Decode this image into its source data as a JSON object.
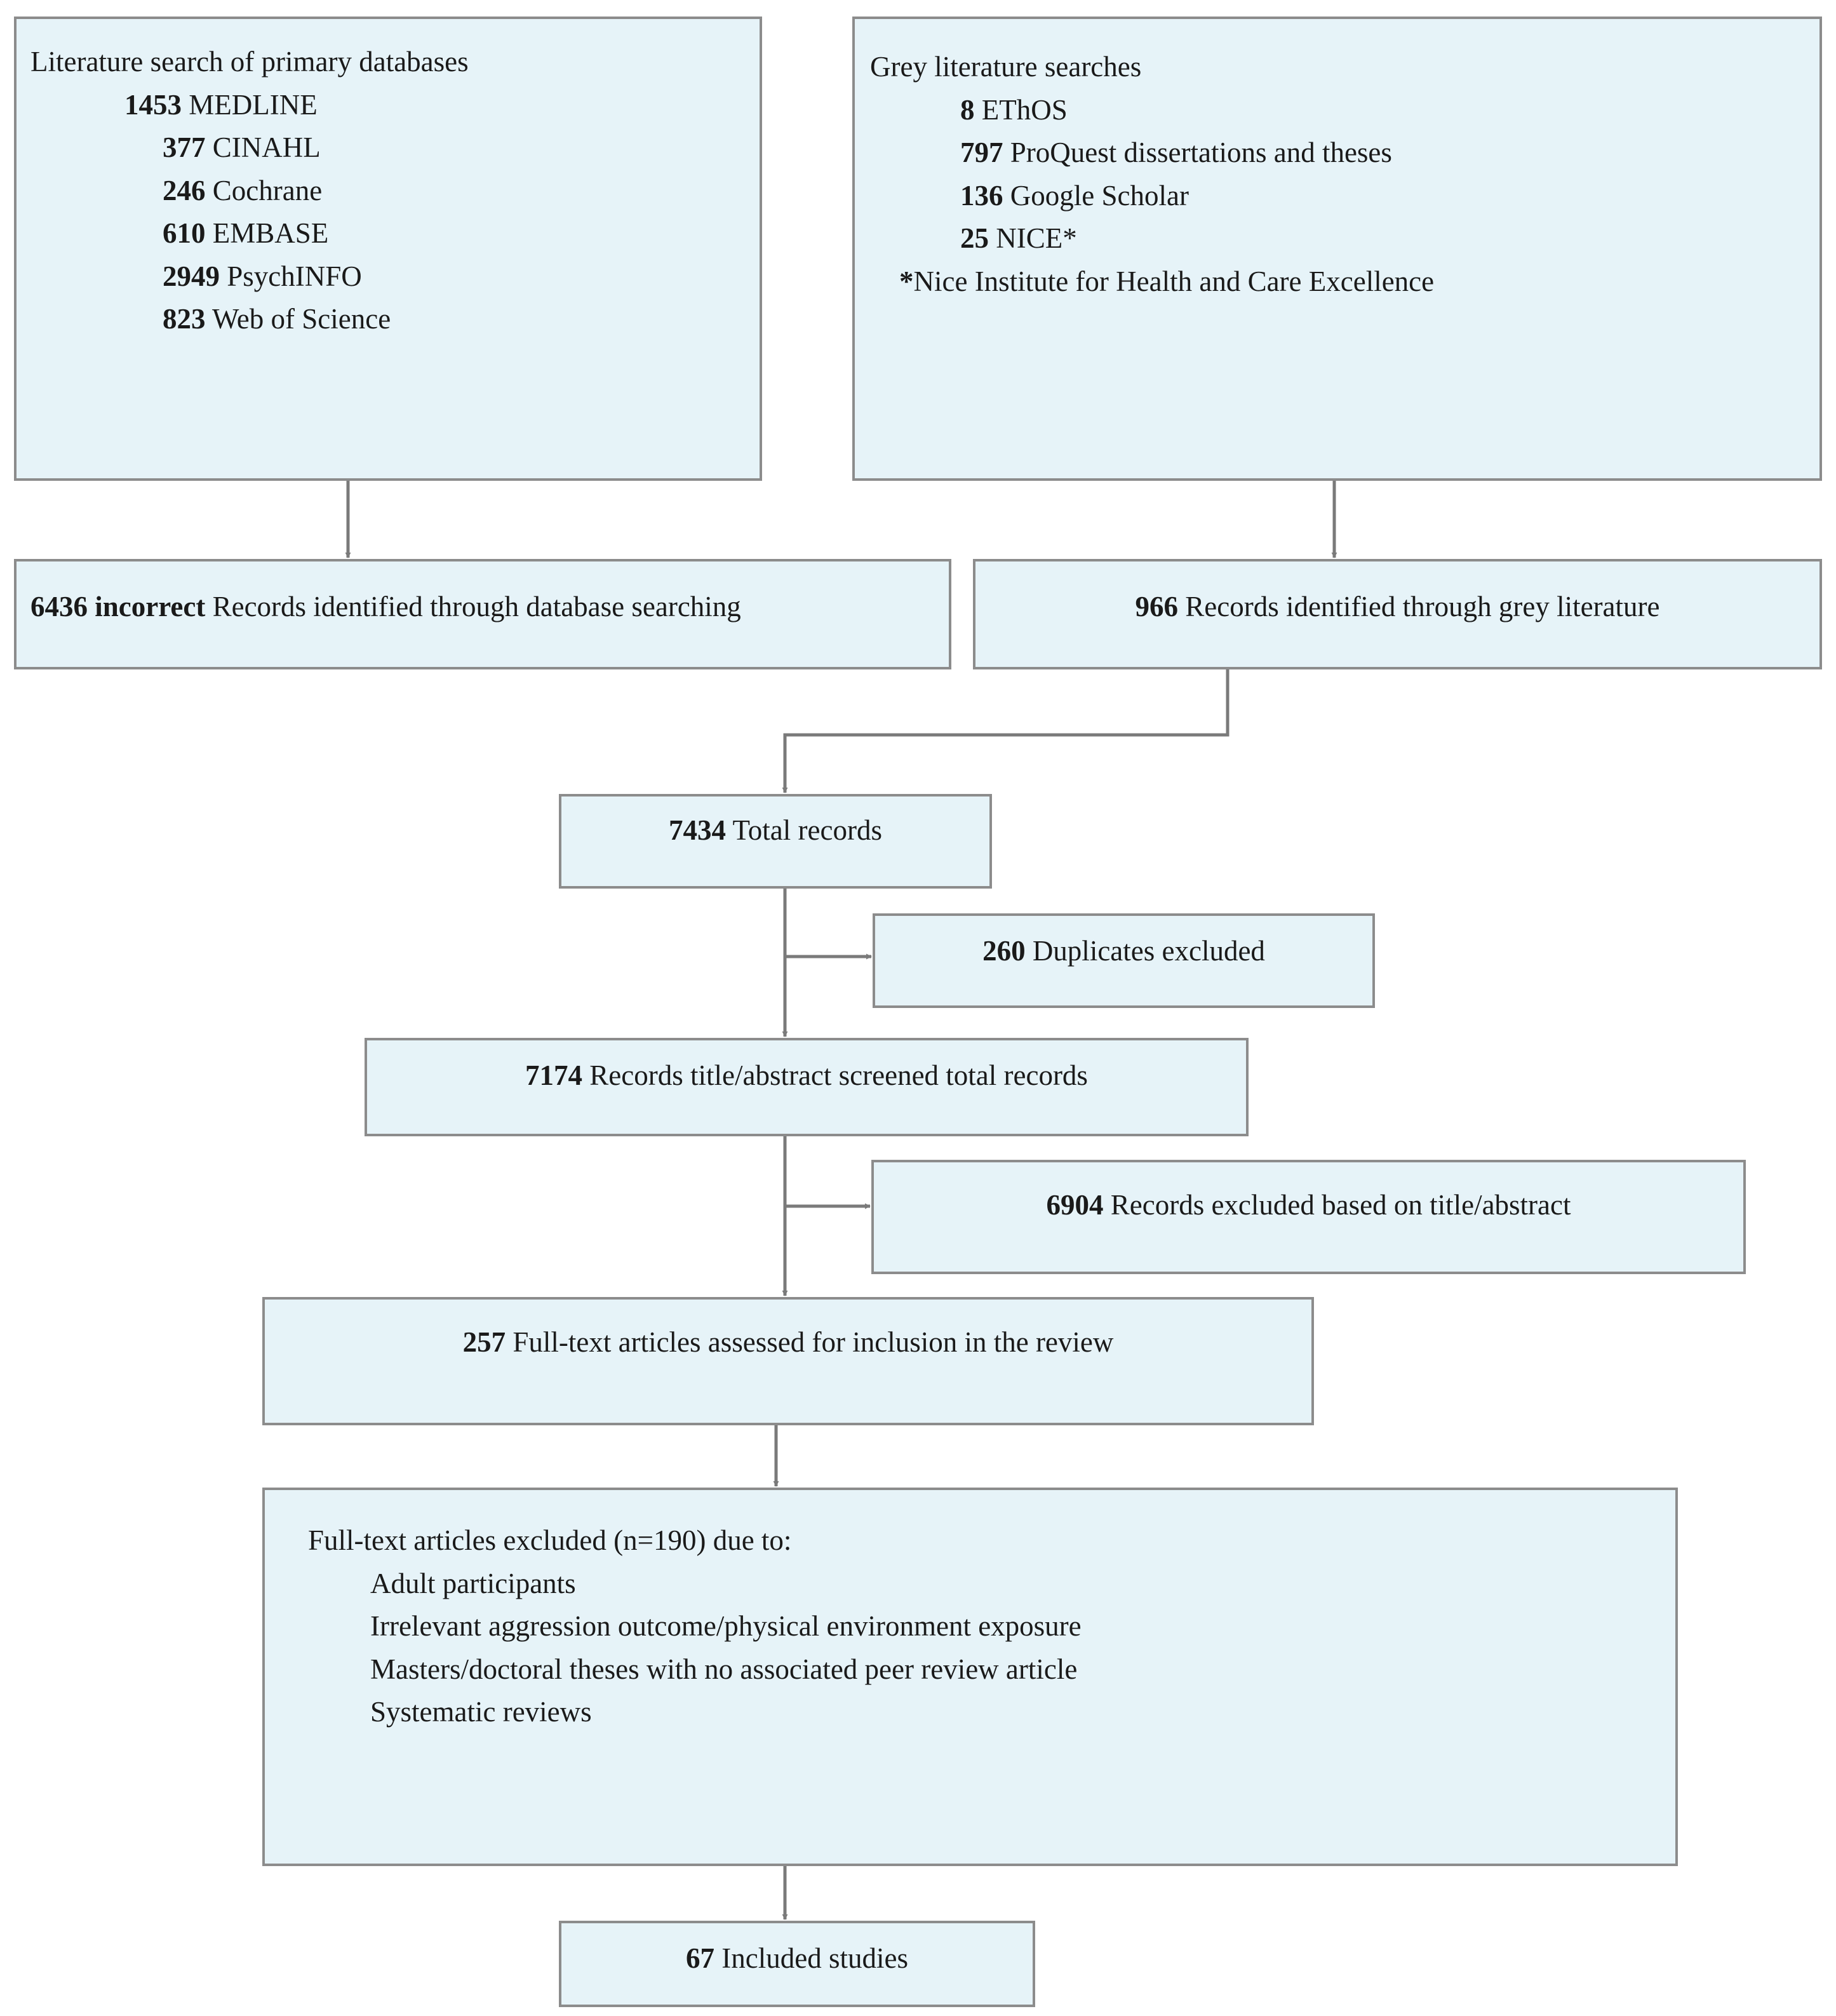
{
  "primary_search": {
    "title": "Literature search of primary databases",
    "items": [
      {
        "count": "1453",
        "label": "MEDLINE"
      },
      {
        "count": "377",
        "label": "CINAHL"
      },
      {
        "count": "246",
        "label": "Cochrane"
      },
      {
        "count": "610",
        "label": "EMBASE"
      },
      {
        "count": "2949",
        "label": "PsychINFO"
      },
      {
        "count": "823",
        "label": "Web of Science"
      }
    ]
  },
  "grey_search": {
    "title": "Grey literature searches",
    "items": [
      {
        "count": "8",
        "label": "EThOS"
      },
      {
        "count": "797",
        "label": "ProQuest dissertations and theses"
      },
      {
        "count": "136",
        "label": "Google Scholar"
      },
      {
        "count": "25",
        "label": "NICE*"
      }
    ],
    "footnote_mark": "*",
    "footnote": "Nice Institute for Health and Care Excellence"
  },
  "database_records": {
    "count": "6436 incorrect",
    "label": "Records identified through database searching"
  },
  "grey_records": {
    "count": "966",
    "label": "Records identified through grey literature"
  },
  "total_records": {
    "count": "7434",
    "label": "Total records"
  },
  "duplicates": {
    "count": "260",
    "label": "Duplicates excluded"
  },
  "screened": {
    "count": "7174",
    "label": "Records title/abstract screened total records"
  },
  "excluded_title": {
    "count": "6904",
    "label": "Records excluded based on title/abstract"
  },
  "fulltext_assessed": {
    "count": "257",
    "label": "Full-text articles assessed for inclusion in the review"
  },
  "fulltext_excluded": {
    "title": "Full-text articles excluded (n=190) due to:",
    "reasons": [
      "Adult participants",
      "Irrelevant aggression outcome/physical environment exposure",
      "Masters/doctoral theses with no associated peer review article",
      "Systematic reviews"
    ]
  },
  "included": {
    "count": "67",
    "label": "Included studies"
  }
}
